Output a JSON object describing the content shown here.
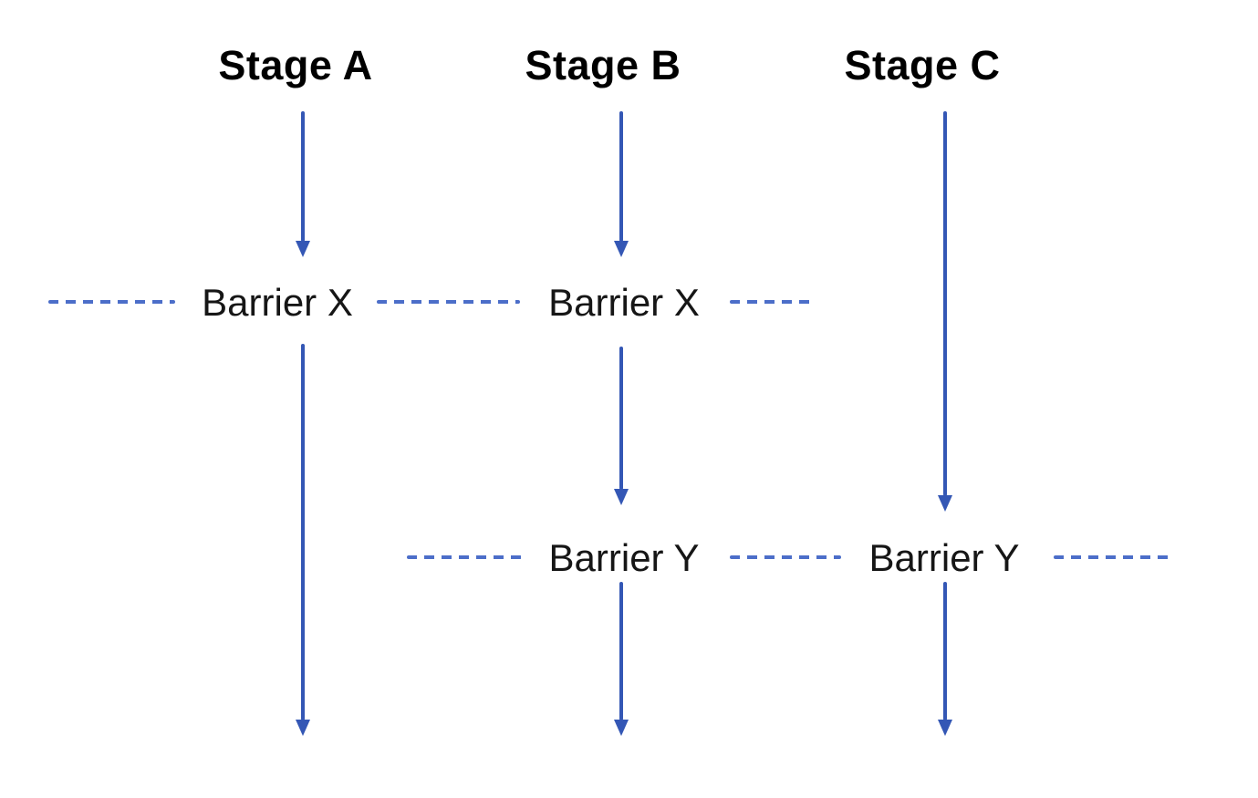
{
  "diagram": {
    "type": "flow-diagram",
    "description": "Three parallel vertical stage flows interrupted by dashed barrier lines",
    "stages": [
      {
        "label": "Stage A"
      },
      {
        "label": "Stage B"
      },
      {
        "label": "Stage C"
      }
    ],
    "barriers": {
      "x": {
        "label": "Barrier X",
        "occurrences": 2
      },
      "y": {
        "label": "Barrier Y",
        "occurrences": 2
      }
    },
    "colors": {
      "arrow": "#3457b5",
      "dashed_line": "#4c6ec9",
      "stage_text": "#000000",
      "barrier_text": "#161616",
      "background": "#ffffff"
    }
  }
}
